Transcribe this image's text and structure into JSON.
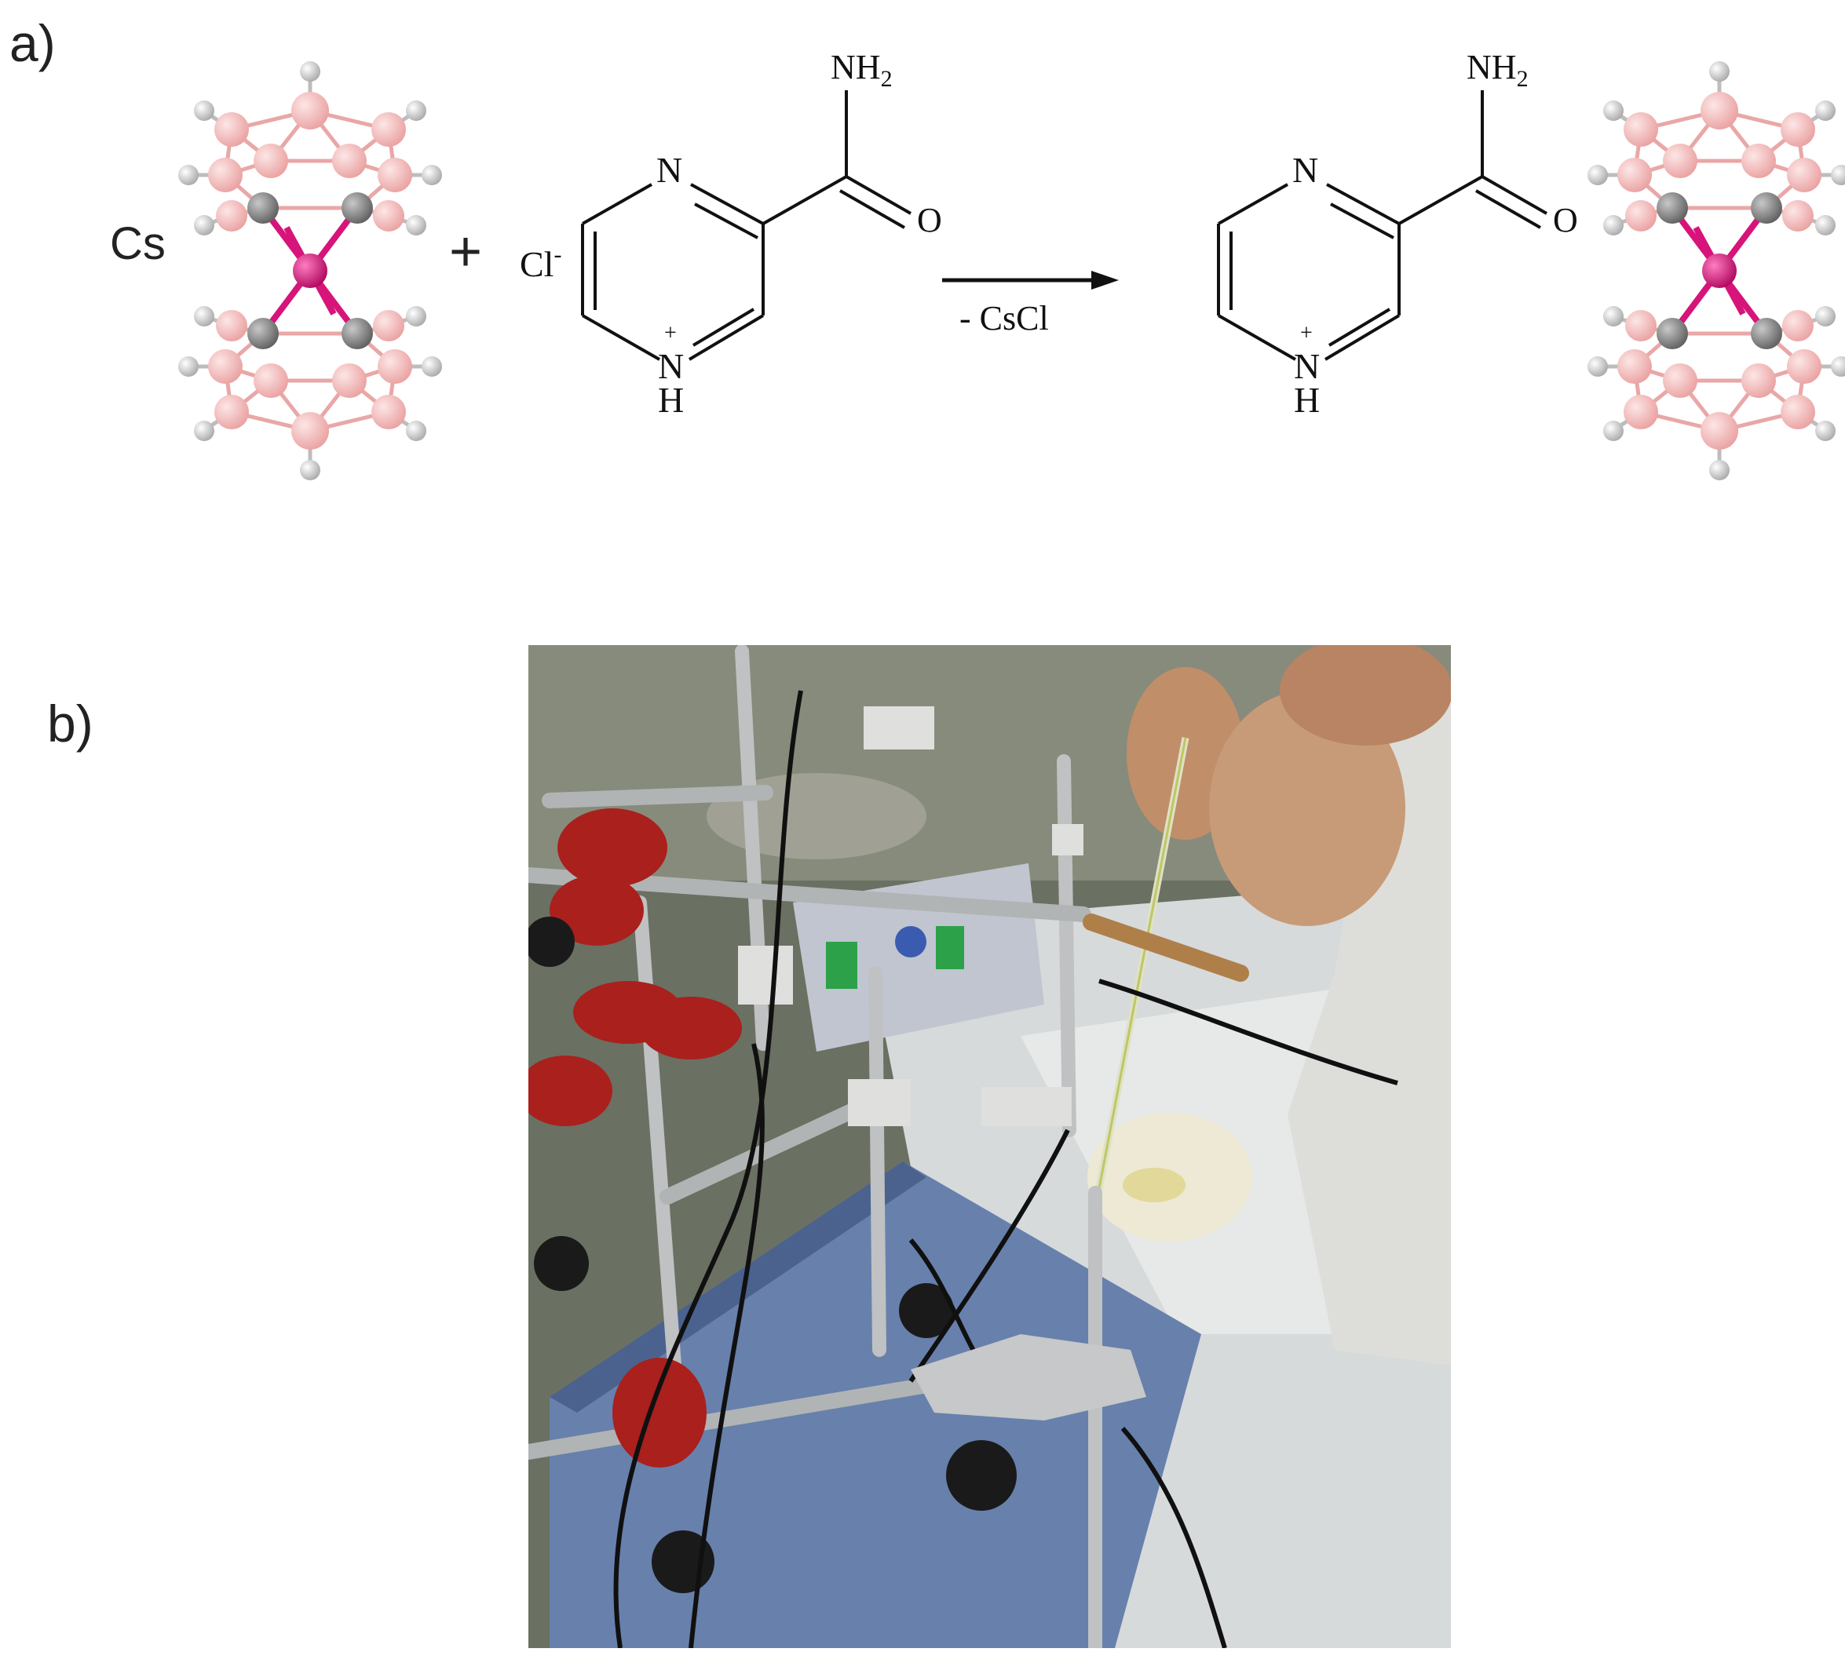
{
  "panel_a": {
    "label": "a)",
    "cation_reactant": "Cs",
    "plus": "+",
    "counter_anion": "Cl",
    "anion_charge": "-",
    "reactant_amine": "NH",
    "reactant_amine_sub": "2",
    "reactant_ring_n": "N",
    "reactant_nh": "N",
    "reactant_h": "H",
    "reactant_plus": "+",
    "reactant_o": "O",
    "arrow_note": "- CsCl",
    "product_amine": "NH",
    "product_amine_sub": "2",
    "product_ring_n": "N",
    "product_nh": "N",
    "product_h": "H",
    "product_plus": "+",
    "product_o": "O"
  },
  "panel_b": {
    "label": "b)"
  },
  "colors": {
    "boron": "#f4b6b6",
    "carbon": "#8a8a8a",
    "cobalt": "#d6147a",
    "hydrogen": "#d9d9d9"
  }
}
